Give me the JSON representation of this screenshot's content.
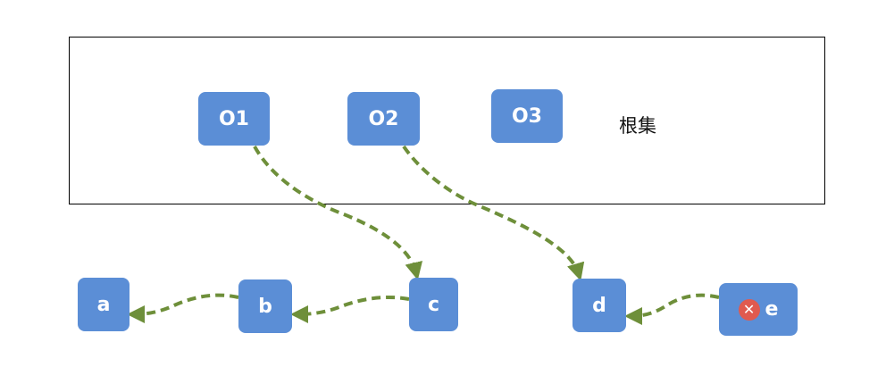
{
  "colors": {
    "node_fill": "#5b8ed6",
    "node_text": "#ffffff",
    "arrow": "#6e8f3a",
    "removed_badge": "#e05a4f",
    "frame": "#000000"
  },
  "root_set": {
    "label": "根集"
  },
  "nodes": {
    "o1": "O1",
    "o2": "O2",
    "o3": "O3",
    "a": "a",
    "b": "b",
    "c": "c",
    "d": "d",
    "e": "e"
  },
  "edges": [
    {
      "from": "O1",
      "to": "c"
    },
    {
      "from": "O2",
      "to": "d"
    },
    {
      "from": "c",
      "to": "b"
    },
    {
      "from": "b",
      "to": "a"
    },
    {
      "from": "e",
      "to": "d"
    }
  ],
  "icons": {
    "removed": "close-x-icon"
  }
}
